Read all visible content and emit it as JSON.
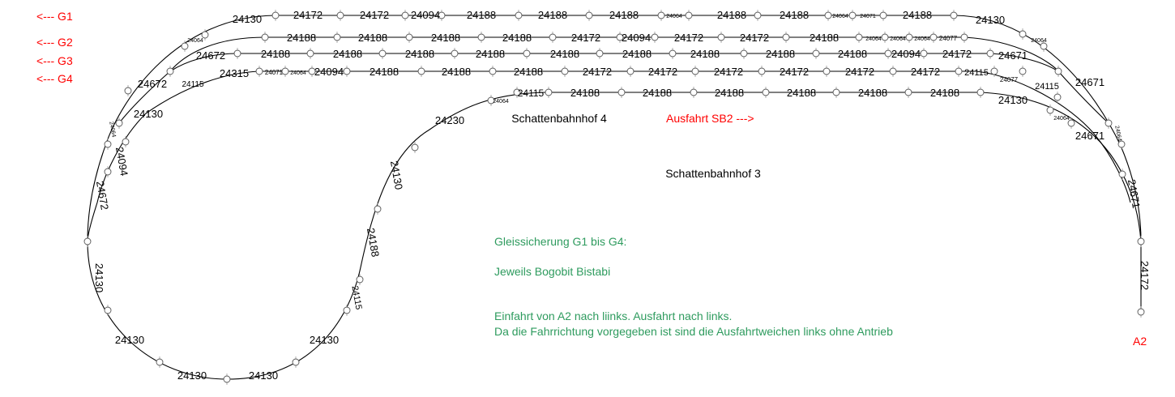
{
  "track_labels": {
    "row_g1": [
      "24130",
      "24064",
      "24172",
      "24172",
      "24094",
      "24188",
      "24188",
      "24188",
      "24064",
      "24188",
      "24188",
      "24064",
      "24071",
      "24188",
      "24130",
      "24064"
    ],
    "row_g2": [
      "24188",
      "24188",
      "24188",
      "24188",
      "24172",
      "24094",
      "24172",
      "24172",
      "24188",
      "24064",
      "24064",
      "24064",
      "24077"
    ],
    "row_g3": [
      "24672",
      "24188",
      "24188",
      "24188",
      "24188",
      "24188",
      "24188",
      "24188",
      "24188",
      "24188",
      "24094",
      "24172",
      "24671"
    ],
    "row_g4": [
      "24672",
      "24115",
      "24315",
      "24071",
      "24064",
      "24094",
      "24188",
      "24188",
      "24188",
      "24172",
      "24172",
      "24172",
      "24172",
      "24172",
      "24172",
      "24115",
      "24077",
      "24115"
    ],
    "row_sb2": [
      "24064",
      "24115",
      "24188",
      "24188",
      "24188",
      "24188",
      "24188",
      "24188",
      "24130",
      "24064",
      "24671"
    ],
    "right_side": [
      "24671",
      "24064",
      "24671",
      "24172"
    ],
    "left_loop": [
      "24130",
      "24064",
      "24094",
      "24672",
      "24130",
      "24130",
      "24130",
      "24130",
      "24130",
      "24115",
      "24188",
      "24130",
      "24230"
    ]
  },
  "track_labels_flat_note": "",
  "annotations": {
    "g1": "<--- G1",
    "g2": "<--- G2",
    "g3": "<--- G3",
    "g4": "<--- G4",
    "exit_sb2": "Ausfahrt SB2 --->",
    "a2": "A2",
    "station4": "Schattenbahnhof 4",
    "station3": "Schattenbahnhof 3"
  },
  "notes": {
    "line1": "Gleissicherung G1 bis G4:",
    "line2": "Jeweils Bogobit Bistabi",
    "line3": "Einfahrt von A2 nach liinks. Ausfahrt nach links.",
    "line4": "Da die Fahrrichtung vorgegeben ist sind die Ausfahrtweichen links ohne Antrieb"
  },
  "colors": {
    "track": "#000000",
    "red": "#ff0000",
    "green": "#2e9b5e"
  }
}
